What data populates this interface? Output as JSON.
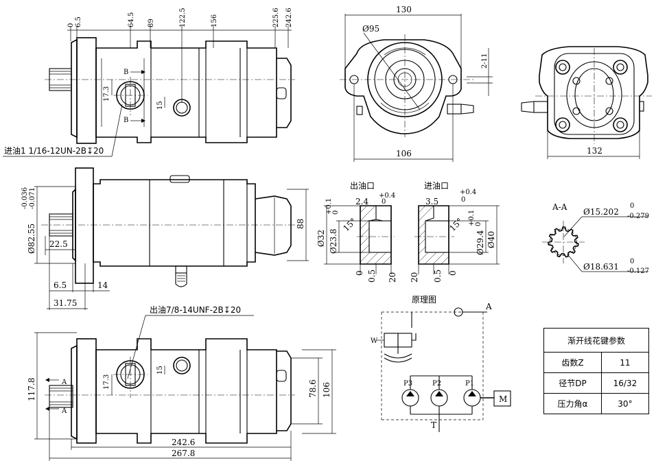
{
  "top_view": {
    "dims_top": [
      "0",
      "6.5",
      "64.5",
      "89",
      "122.5",
      "156",
      "225.6",
      "242.6"
    ],
    "dim_17_3": "17.3",
    "dim_15": "15",
    "section_B": "B",
    "inlet_note": "进油1 1/16-12UN-2B↧20"
  },
  "front_view": {
    "dim_130": "130",
    "dim_d95": "Ø95",
    "dim_2_11": "2-11",
    "dim_106": "106"
  },
  "rear_view": {
    "dim_132": "132"
  },
  "side_view": {
    "tol_upper": "-0.036",
    "tol_lower": "-0.071",
    "dim_d82_55": "Ø82.55",
    "dim_22_5": "22.5",
    "dim_6_5": "6.5",
    "dim_14": "14",
    "dim_31_75": "31.75",
    "dim_88": "88"
  },
  "outlet_port": {
    "title": "出油口",
    "dim_2_4": "2.4",
    "tol_2_4_upper": "+0.4",
    "tol_2_4_lower": "0",
    "tol_side_upper": "+0.1",
    "tol_side_lower": "0",
    "angle": "15°",
    "dim_d32": "Ø32",
    "dim_d23_8": "Ø23.8",
    "dim_0_5": "0.5",
    "dim_20": "20"
  },
  "inlet_port": {
    "title": "进油口",
    "dim_3_5": "3.5",
    "tol_3_5_upper": "+0.4",
    "tol_3_5_lower": "0",
    "tol_side_upper": "+0.1",
    "tol_side_lower": "0",
    "angle": "15°",
    "dim_d29_4": "Ø29.4",
    "dim_d40": "Ø40",
    "dim_20": "20",
    "dim_0_5": "0.5"
  },
  "section_AA": {
    "title": "A-A",
    "dim_minor": "Ø15.202",
    "tol_minor_upper": "0",
    "tol_minor_lower": "-0.279",
    "dim_major": "Ø18.631",
    "tol_major_upper": "0",
    "tol_major_lower": "-0.127"
  },
  "bottom_view": {
    "outlet_note": "出油7/8-14UNF-2B↧20",
    "dim_17_3": "17.3",
    "dim_15": "15",
    "dim_117_8": "117.8",
    "dim_78_6": "78.6",
    "dim_106": "106",
    "dim_242_6": "242.6",
    "dim_267_8": "267.8",
    "section_A": "A"
  },
  "schematic": {
    "title": "原理图",
    "port_a": "A",
    "port_t": "T",
    "valve_w": "W",
    "pumps": [
      "P3",
      "P2",
      "P1"
    ],
    "motor": "M"
  },
  "spec_table": {
    "title": "渐开线花键参数",
    "rows": [
      {
        "label": "齿数Z",
        "value": "11"
      },
      {
        "label": "径节DP",
        "value": "16/32"
      },
      {
        "label": "压力角α",
        "value": "30°"
      }
    ]
  }
}
